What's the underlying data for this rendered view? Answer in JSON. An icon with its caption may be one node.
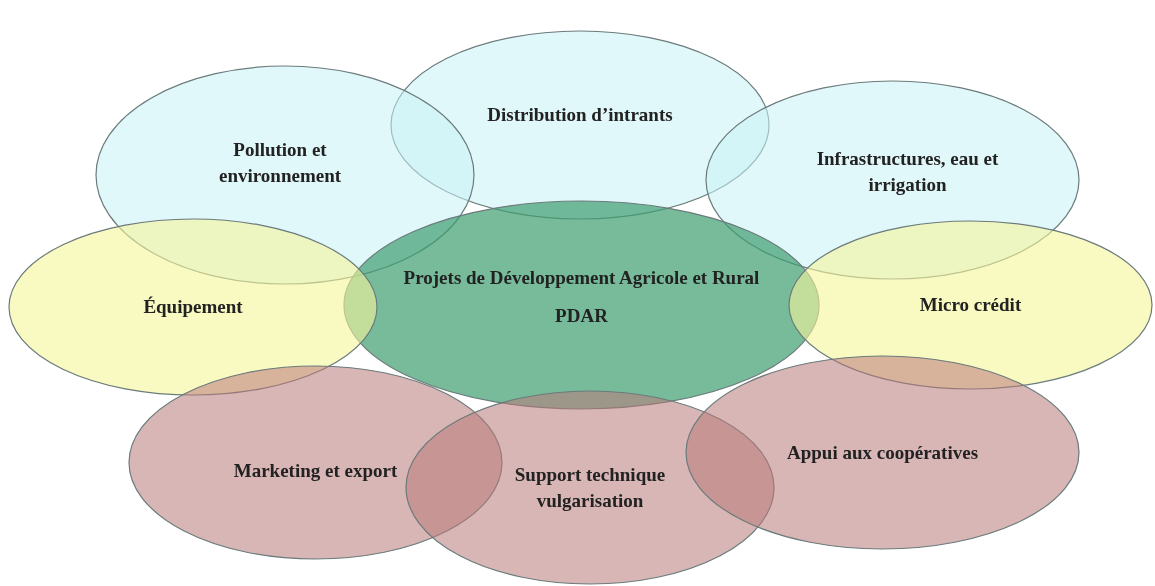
{
  "diagram": {
    "nodes": [
      {
        "text": [
          "Distribution d’intrants"
        ]
      },
      {
        "text": [
          "Pollution et environnement"
        ]
      },
      {
        "text": [
          "Infrastructures, eau et irrigation"
        ]
      },
      {
        "text": [
          "Projets de Développement Agricole et Rural",
          "PDAR"
        ]
      },
      {
        "text": [
          "Équipement"
        ]
      },
      {
        "text": [
          "Micro crédit"
        ]
      },
      {
        "text": [
          "Marketing et export"
        ]
      },
      {
        "text": [
          "Support technique vulgarisation"
        ]
      },
      {
        "text": [
          "Appui aux coopératives"
        ]
      }
    ]
  }
}
